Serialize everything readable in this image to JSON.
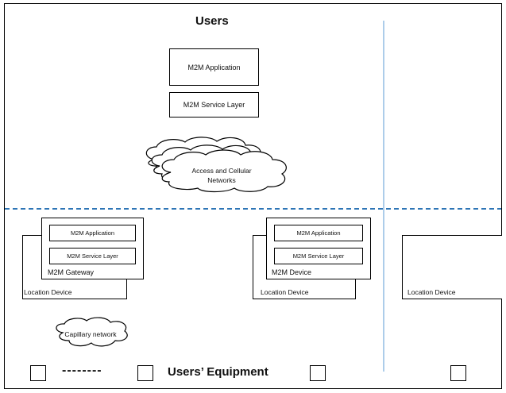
{
  "top": {
    "title": "Users",
    "app_label": "M2M Application",
    "service_layer_label": "M2M Service Layer",
    "network_label": "Access and Cellular Networks"
  },
  "gateway": {
    "app_label": "M2M Application",
    "service_layer_label": "M2M Service Layer",
    "name": "M2M Gateway",
    "location_label": "Location Device"
  },
  "device": {
    "app_label": "M2M Application",
    "service_layer_label": "M2M Service Layer",
    "name": "M2M Device",
    "location_label": "Location Device"
  },
  "right": {
    "location_label": "Location Device"
  },
  "capillary": {
    "label": "Capillary network"
  },
  "bottom": {
    "dashes": "--------",
    "title": "Users’ Equipment"
  },
  "colors": {
    "separator": "#2e75b6",
    "border": "#000000"
  }
}
